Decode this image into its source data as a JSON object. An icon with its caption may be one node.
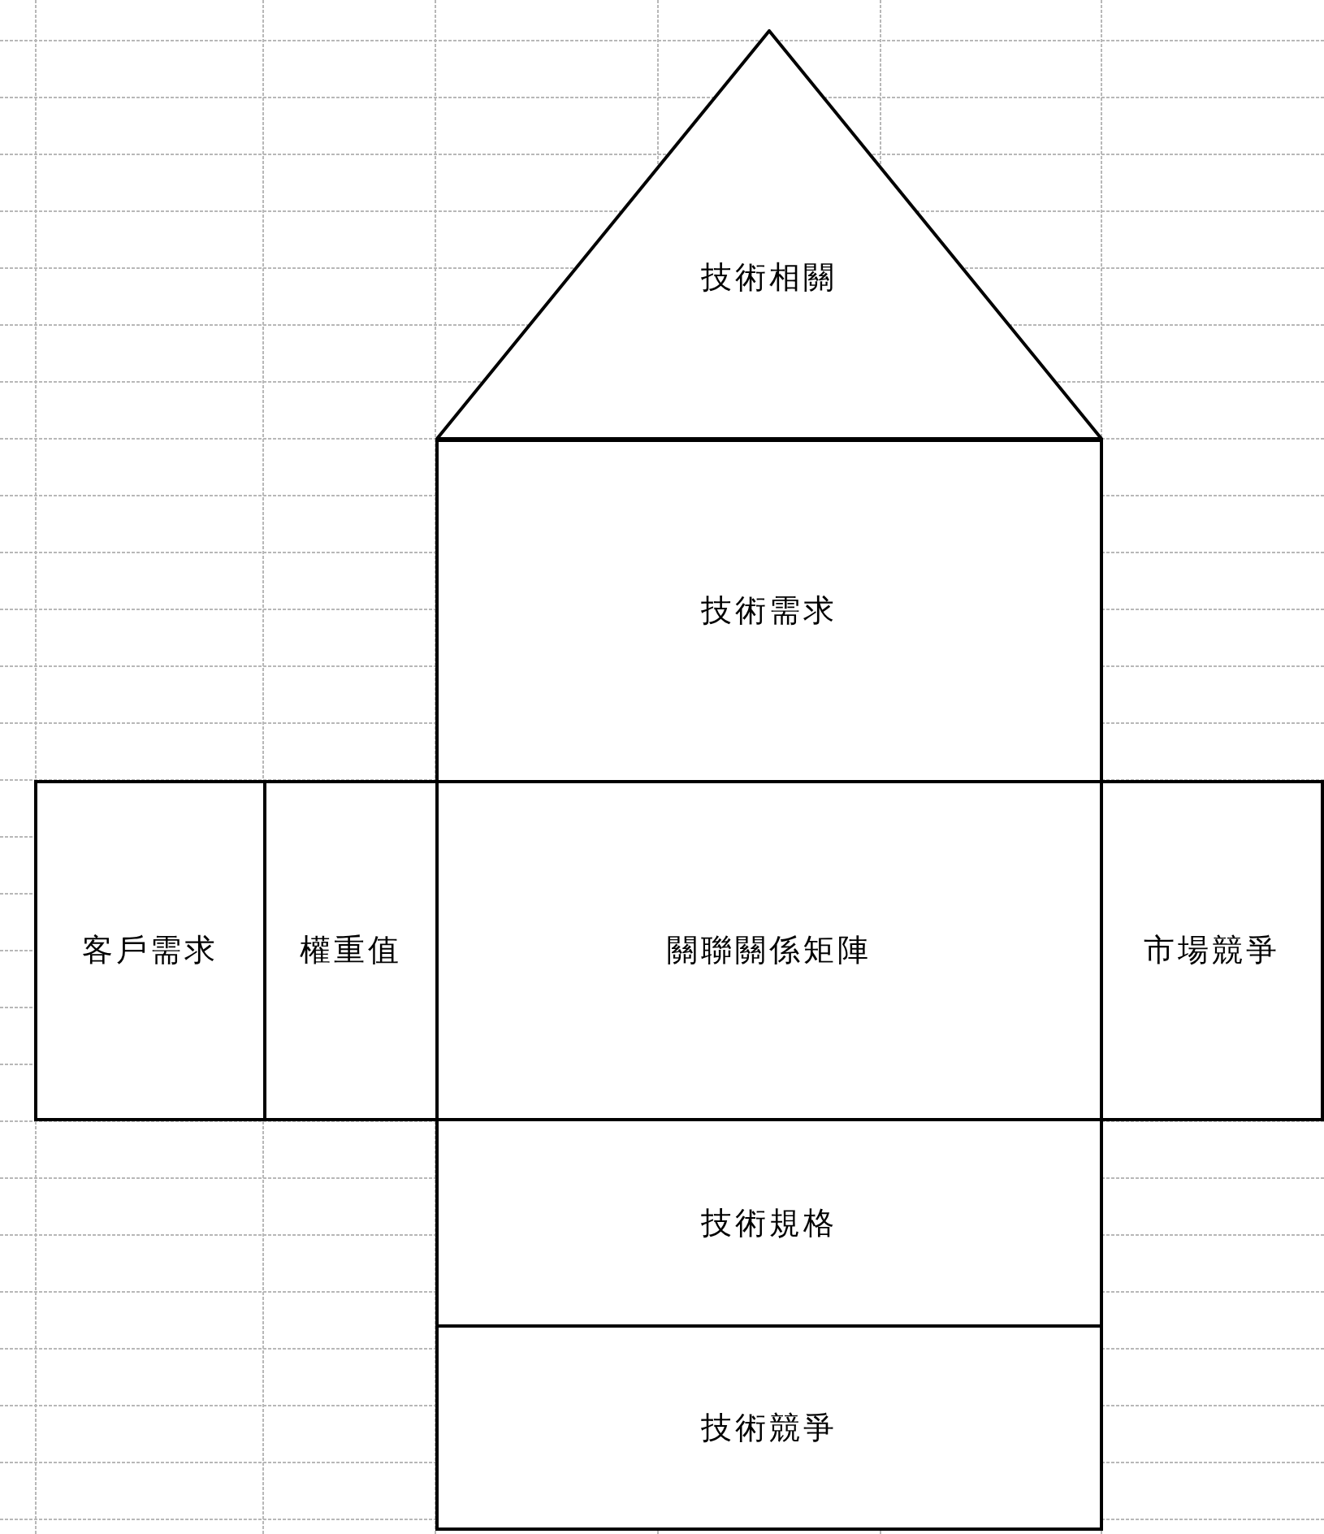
{
  "diagram": {
    "nodes": [
      {
        "text": [
          "技術相關"
        ]
      },
      {
        "text": [
          "技術需求"
        ]
      },
      {
        "text": [
          "客戶需求"
        ]
      },
      {
        "text": [
          "權重值"
        ]
      },
      {
        "text": [
          "關聯關係矩陣"
        ]
      },
      {
        "text": [
          "市場競爭"
        ]
      },
      {
        "text": [
          "技術規格"
        ]
      },
      {
        "text": [
          "技術競爭"
        ]
      }
    ]
  }
}
